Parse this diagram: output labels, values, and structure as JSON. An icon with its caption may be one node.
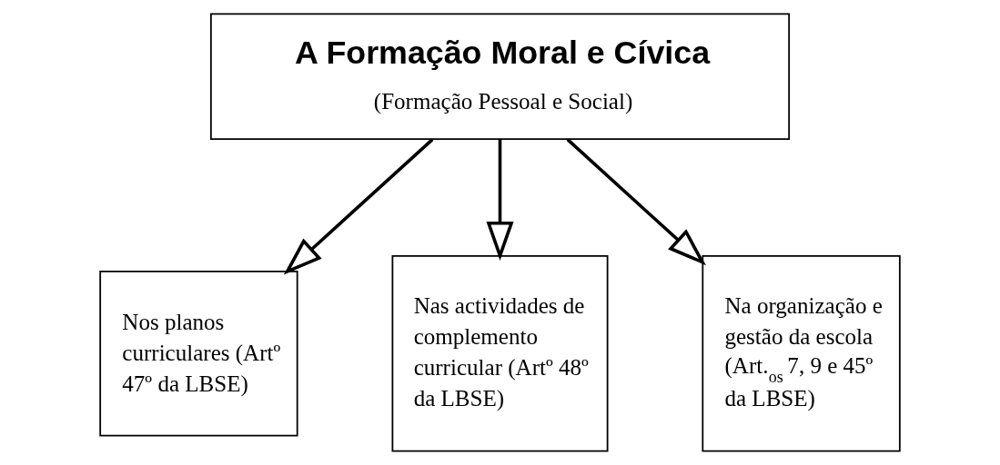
{
  "diagram": {
    "nodes": [
      {
        "text": [
          "A Formação Moral e Cívica",
          "(Formação Pessoal e Social)"
        ]
      },
      {
        "text": [
          "Nos planos curriculares (Artº 47º da LBSE)"
        ]
      },
      {
        "text": [
          "Nas actividades de complemento curricular (Artº 48º da LBSE)"
        ]
      },
      {
        "text": [
          "Na organização e gestão da escola (Art.$_{os}$ 7, 9 e 45º da LBSE)"
        ]
      }
    ],
    "edges": [
      {
        "from": 0,
        "to": 1,
        "arrow": "to"
      },
      {
        "from": 0,
        "to": 2,
        "arrow": "to"
      },
      {
        "from": 0,
        "to": 3,
        "arrow": "to"
      }
    ]
  }
}
